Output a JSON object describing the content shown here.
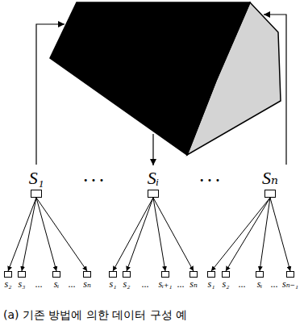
{
  "diagram": {
    "caption": "(a) 기존 방법에 의한 데이터 구성 예",
    "nodes": [
      {
        "text": [
          "S₁"
        ]
      },
      {
        "text": [
          "Sᵢ"
        ]
      },
      {
        "text": [
          "Sₙ"
        ]
      },
      {
        "text": [
          "s₂"
        ]
      },
      {
        "text": [
          "s₃"
        ]
      },
      {
        "text": [
          "sᵢ"
        ]
      },
      {
        "text": [
          "sₙ"
        ]
      },
      {
        "text": [
          "s₁"
        ]
      },
      {
        "text": [
          "s₂"
        ]
      },
      {
        "text": [
          "sᵢ₊₁"
        ]
      },
      {
        "text": [
          "sₙ"
        ]
      },
      {
        "text": [
          "s₁"
        ]
      },
      {
        "text": [
          "s₂"
        ]
      },
      {
        "text": [
          "sᵢ"
        ]
      },
      {
        "text": [
          "sₙ₋₁"
        ]
      }
    ],
    "edges": [
      {
        "from": 0,
        "to": 3,
        "arrow": "to"
      },
      {
        "from": 0,
        "to": 4,
        "arrow": "to"
      },
      {
        "from": 0,
        "to": 5,
        "arrow": "to"
      },
      {
        "from": 0,
        "to": 6,
        "arrow": "to"
      },
      {
        "from": 1,
        "to": 7,
        "arrow": "to"
      },
      {
        "from": 1,
        "to": 8,
        "arrow": "to"
      },
      {
        "from": 1,
        "to": 9,
        "arrow": "to"
      },
      {
        "from": 1,
        "to": 10,
        "arrow": "to"
      },
      {
        "from": 2,
        "to": 11,
        "arrow": "to"
      },
      {
        "from": 2,
        "to": 12,
        "arrow": "to"
      },
      {
        "from": 2,
        "to": 13,
        "arrow": "to"
      },
      {
        "from": 2,
        "to": 14,
        "arrow": "to"
      }
    ],
    "labels": [
      "•••",
      "•••",
      "...",
      "...",
      "...",
      "...",
      "...",
      "..."
    ]
  }
}
